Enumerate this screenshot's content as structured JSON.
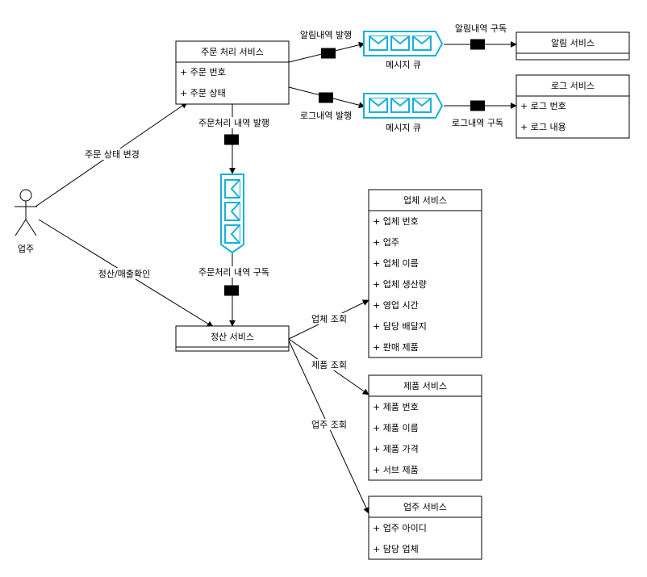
{
  "services": {
    "order": {
      "title": "주문 처리 서비스",
      "fields": [
        "+ 주문 번호",
        "+ 주문 상태"
      ]
    },
    "notify": {
      "title": "알림 서비스",
      "fields": []
    },
    "log": {
      "title": "로그 서비스",
      "fields": [
        "+ 로그 번호",
        "+ 로그 내용"
      ]
    },
    "vendor": {
      "title": "업체 서비스",
      "fields": [
        "+ 업체 번호",
        "+ 업주",
        "+ 업체 이름",
        "+ 업체 생산량",
        "+ 영업 시간",
        "+ 담당 배달지",
        "+ 판매 제품"
      ]
    },
    "settle": {
      "title": "정산 서비스",
      "fields": []
    },
    "product": {
      "title": "제품 서비스",
      "fields": [
        "+ 제품 번호",
        "+ 제품 이름",
        "+ 제품 가격",
        "+ 서브 제품"
      ]
    },
    "owner": {
      "title": "업주 서비스",
      "fields": [
        "+ 업주 아이디",
        "+ 담당 업체"
      ]
    }
  },
  "actor": {
    "label": "업주"
  },
  "queues": {
    "notify": {
      "label": "메시지 큐"
    },
    "log": {
      "label": "메시지 큐"
    }
  },
  "edge_labels": {
    "actor_order": "주문 상태 변경",
    "actor_settle": "정산/매출확인",
    "notify_publish": "알림내역 발행",
    "notify_subscribe": "알림내역 구독",
    "log_publish": "로그내역 발행",
    "log_subscribe": "로그내역 구독",
    "order_publish": "주문처리 내역 발행",
    "order_subscribe": "주문처리 내역 구독",
    "vendor_query": "업체 조회",
    "product_query": "제품 조회",
    "owner_query": "업주 조회"
  },
  "colors": {
    "queue_accent": "#1ab0d8",
    "line": "#000000"
  },
  "icons": {
    "envelope": "envelope-icon",
    "queue": "message-queue-icon",
    "actor": "actor-icon"
  }
}
